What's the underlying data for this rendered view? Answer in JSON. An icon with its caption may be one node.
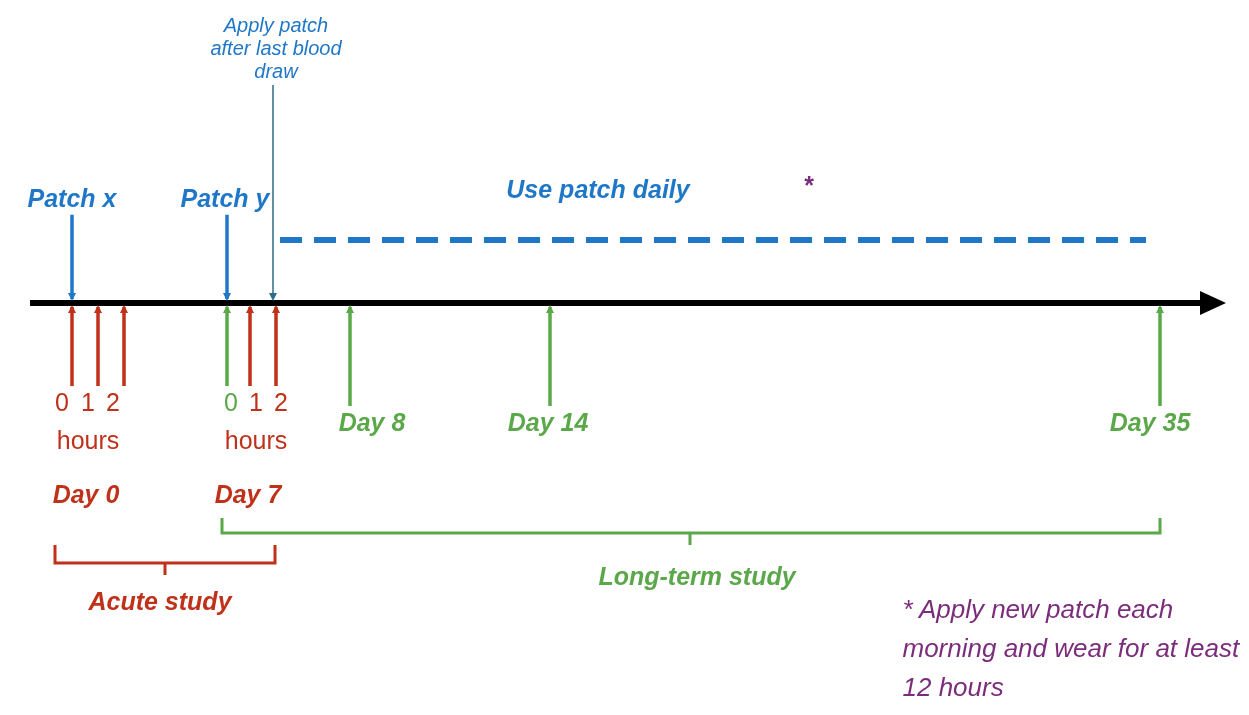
{
  "diagram": {
    "nodes": [
      {
        "text": [
          "Patch x"
        ]
      },
      {
        "text": [
          "Patch y"
        ]
      },
      {
        "text": [
          "Apply patch after last blood draw"
        ]
      },
      {
        "text": [
          "0"
        ]
      },
      {
        "text": [
          "1"
        ]
      },
      {
        "text": [
          "2"
        ]
      },
      {
        "text": [
          "0"
        ]
      },
      {
        "text": [
          "1"
        ]
      },
      {
        "text": [
          "2"
        ]
      },
      {
        "text": [
          "Day 8"
        ]
      },
      {
        "text": [
          "Day 14"
        ]
      },
      {
        "text": [
          "Day 35"
        ]
      }
    ],
    "edges": [
      {
        "from": 0,
        "to": null,
        "arrow": "to",
        "color": "#1f77c8"
      },
      {
        "from": 1,
        "to": null,
        "arrow": "to",
        "color": "#1f77c8"
      },
      {
        "from": 2,
        "to": null,
        "arrow": "to",
        "color": "#2f6b8a"
      },
      {
        "from": 3,
        "to": null,
        "arrow": "to",
        "color": "#c0311a"
      },
      {
        "from": 4,
        "to": null,
        "arrow": "to",
        "color": "#c0311a"
      },
      {
        "from": 5,
        "to": null,
        "arrow": "to",
        "color": "#c0311a"
      },
      {
        "from": 6,
        "to": null,
        "arrow": "to",
        "color": "#5aa84a"
      },
      {
        "from": 7,
        "to": null,
        "arrow": "to",
        "color": "#c0311a"
      },
      {
        "from": 8,
        "to": null,
        "arrow": "to",
        "color": "#c0311a"
      },
      {
        "from": 9,
        "to": null,
        "arrow": "to",
        "color": "#5aa84a"
      },
      {
        "from": 10,
        "to": null,
        "arrow": "to",
        "color": "#5aa84a"
      },
      {
        "from": 11,
        "to": null,
        "arrow": "to",
        "color": "#5aa84a"
      }
    ],
    "labels": [
      "Use patch daily",
      "*",
      "hours",
      "hours",
      "Day 0",
      "Day 7",
      "Long-term study",
      "Acute study",
      "* Apply new patch each morning and wear for at least 12 hours"
    ]
  }
}
